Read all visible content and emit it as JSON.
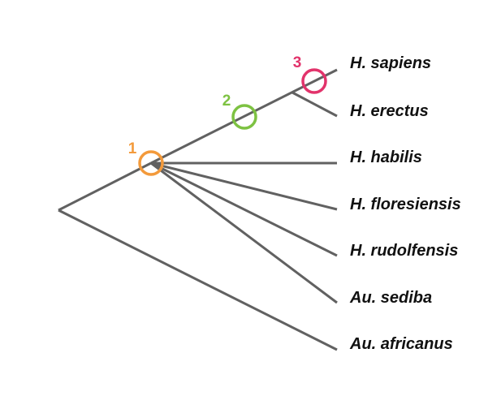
{
  "taxa": [
    {
      "label": "H. sapiens"
    },
    {
      "label": "H. erectus"
    },
    {
      "label": "H. habilis"
    },
    {
      "label": "H. floresiensis"
    },
    {
      "label": "H. rudolfensis"
    },
    {
      "label": "Au. sediba"
    },
    {
      "label": "Au. africanus"
    }
  ],
  "nodes": [
    {
      "label": "1",
      "color": "#F39A3B"
    },
    {
      "label": "2",
      "color": "#7DC242"
    },
    {
      "label": "3",
      "color": "#E2336B"
    }
  ],
  "colors": {
    "branch": "#616161",
    "text": "#111111"
  }
}
